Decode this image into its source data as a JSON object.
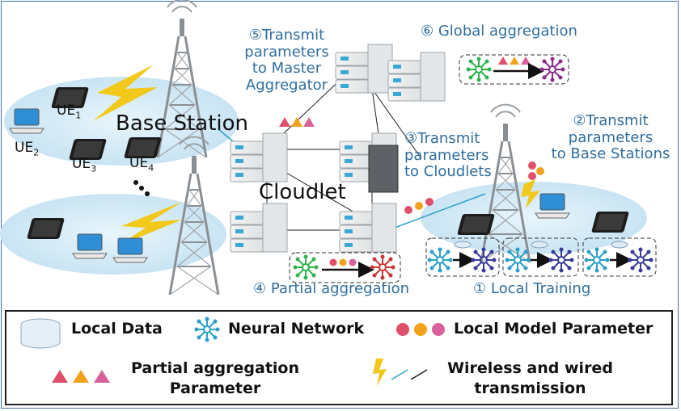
{
  "labels": {
    "base_station": "Base Station",
    "cloudlet": "Cloudlet",
    "ue1": "UE",
    "ue1_sub": "1",
    "ue2": "UE",
    "ue2_sub": "2",
    "ue3": "UE",
    "ue3_sub": "3",
    "ue4": "UE",
    "ue4_sub": "4"
  },
  "steps": {
    "step1": "① Local Training",
    "step2_l1": "②Transmit",
    "step2_l2": "parameters",
    "step2_l3": "to Base Stations",
    "step3_l1": "③Transmit",
    "step3_l2": "parameters",
    "step3_l3": "to Cloudlets",
    "step4": "④ Partial aggregation",
    "step5_l1": "⑤Transmit",
    "step5_l2": "parameters",
    "step5_l3": "to Master",
    "step5_l4": "Aggregator",
    "step6": "⑥ Global aggregation"
  },
  "legend": {
    "local_data": "Local Data",
    "neural_network": "Neural Network",
    "local_model_parameter": "Local Model Parameter",
    "partial_param_l1": "Partial aggregation",
    "partial_param_l2": "Parameter",
    "transmission_l1": "Wireless and wired",
    "transmission_l2": "transmission"
  },
  "colors": {
    "label_blue": "#2f6e9f",
    "dot_red": "#e0506a",
    "dot_orange": "#f2a31b",
    "dot_pink": "#d9609a",
    "tri_red": "#e0506a",
    "tri_orange": "#f2a31b",
    "tri_pink": "#d9609a",
    "lightning": "#f2c81b",
    "wireless_line": "#2aa0c8",
    "wired_line": "#222222",
    "ellipse": "#d6ecf7"
  }
}
